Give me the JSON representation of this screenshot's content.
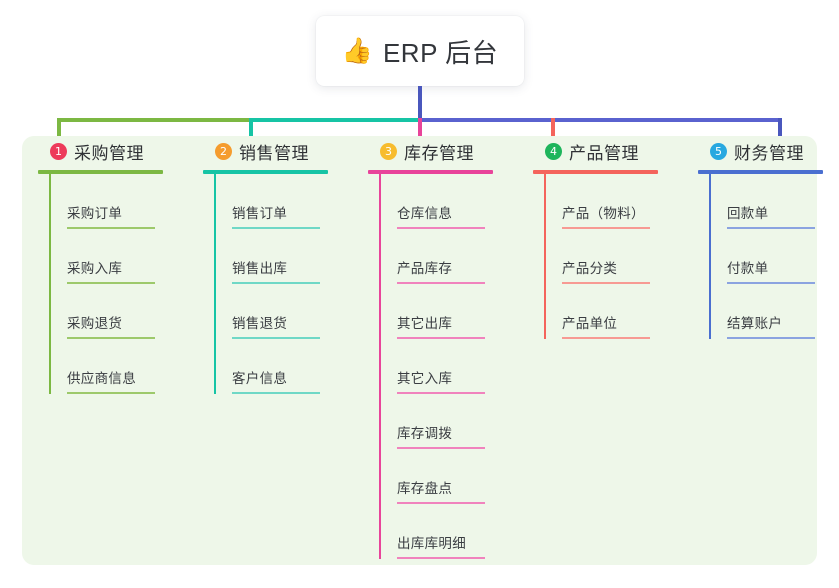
{
  "root": {
    "icon": "thumbs-up-icon",
    "icon_glyph": "👍",
    "title": "ERP 后台"
  },
  "palette": {
    "panel_bg": "#eef7e9",
    "page_bg": "#ffffff",
    "trunk": "#4a57bd",
    "connector_left": "#7cb843",
    "connector_mid": "#16c4a5",
    "connector_right": "#5a62cf",
    "stub_1": "#7cb843",
    "stub_2": "#16c4a5",
    "stub_3": "#e8449a",
    "stub_4": "#f4645c",
    "stub_5": "#4a57bd"
  },
  "chart_data": {
    "type": "tree",
    "title": "ERP 后台",
    "root": "ERP 后台",
    "branch_count": 5,
    "leaf_counts": [
      4,
      4,
      7,
      3,
      3
    ]
  },
  "columns": [
    {
      "number": "1",
      "title": "采购管理",
      "badge_color": "#ed3b5a",
      "line_color": "#7cb843",
      "rule_color": "#9dc96b",
      "items": [
        "采购订单",
        "采购入库",
        "采购退货",
        "供应商信息"
      ]
    },
    {
      "number": "2",
      "title": "销售管理",
      "badge_color": "#f59c2e",
      "line_color": "#16c4a5",
      "rule_color": "#6fd8c6",
      "items": [
        "销售订单",
        "销售出库",
        "销售退货",
        "客户信息"
      ]
    },
    {
      "number": "3",
      "title": "库存管理",
      "badge_color": "#f7bc2e",
      "line_color": "#e8449a",
      "rule_color": "#f083bd",
      "items": [
        "仓库信息",
        "产品库存",
        "其它出库",
        "其它入库",
        "库存调拨",
        "库存盘点",
        "出库库明细"
      ]
    },
    {
      "number": "4",
      "title": "产品管理",
      "badge_color": "#1eb55c",
      "line_color": "#f4645c",
      "rule_color": "#f79a93",
      "items": [
        "产品（物料）",
        "产品分类",
        "产品单位"
      ]
    },
    {
      "number": "5",
      "title": "财务管理",
      "badge_color": "#28a8e0",
      "line_color": "#4a6fd0",
      "rule_color": "#8ba3e0",
      "items": [
        "回款单",
        "付款单",
        "结算账户"
      ]
    }
  ]
}
